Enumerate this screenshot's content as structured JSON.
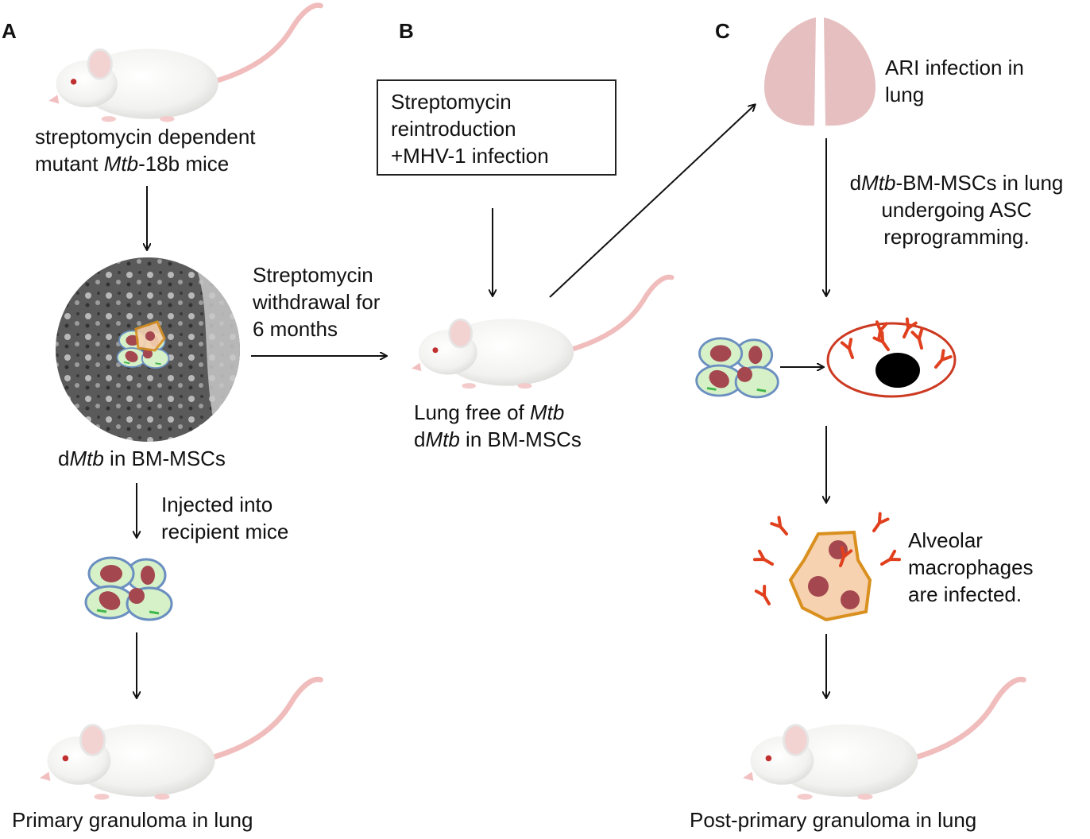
{
  "panels": {
    "a": "A",
    "b": "B",
    "c": "C"
  },
  "panel_a": {
    "mice_line1": "streptomycin dependent",
    "mice_line2_pre": "mutant ",
    "mice_line2_italic": "Mtb",
    "mice_line2_post": "-18b mice",
    "cells_pre": "d",
    "cells_italic": "Mtb",
    "cells_post": " in BM-MSCs",
    "inject_line1": "Injected into",
    "inject_line2": "recipient mice",
    "result": "Primary granuloma in lung"
  },
  "panel_b": {
    "withdraw_line1": "Streptomycin",
    "withdraw_line2": "withdrawal for",
    "withdraw_line3": "6 months",
    "box_line1": "Streptomycin",
    "box_line2": "reintroduction",
    "box_line3": "+MHV-1 infection",
    "lung_free_pre": "Lung free of ",
    "lung_free_italic": "Mtb",
    "dmtb_pre": "d",
    "dmtb_italic": "Mtb",
    "dmtb_post": " in BM-MSCs"
  },
  "panel_c": {
    "ari_line1": "ARI infection in",
    "ari_line2": "lung",
    "reprog_pre": "d",
    "reprog_italic": "Mtb",
    "reprog_post": "-BM-MSCs in lung",
    "reprog_line2": "undergoing ASC",
    "reprog_line3": "reprogramming.",
    "alv_line1": "Alveolar",
    "alv_line2": "macrophages",
    "alv_line3": "are infected.",
    "result": "Post-primary granuloma in lung"
  },
  "colors": {
    "cell_fill": "#d6f0c8",
    "cell_border": "#6a8fc0",
    "nucleus": "#a4474f",
    "bacillus": "#3fb64a",
    "antibody": "#e0401e",
    "macrophage_fill": "#f6d2b0",
    "macrophage_border": "#d9901f",
    "lung": "#e6bfc0",
    "mouse_tail": "#f2c7c7"
  }
}
